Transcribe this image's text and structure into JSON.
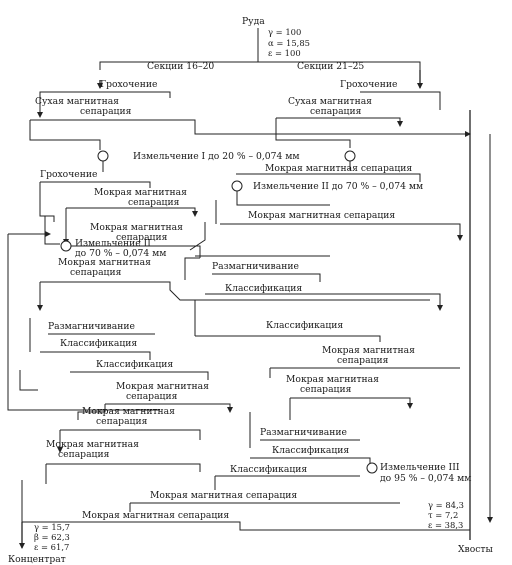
{
  "header": {
    "ore": "Руда",
    "params": [
      "γ = 100",
      "α = 15,85",
      "ε = 100"
    ]
  },
  "sections": {
    "left": "Секции 16–20",
    "right": "Секции 21–25"
  },
  "blocks": {
    "screening_l": "Грохочение",
    "screening_r": "Грохочение",
    "dry_l": [
      "Сухая магнитная",
      "сепарация"
    ],
    "dry_r": [
      "Сухая магнитная",
      "сепарация"
    ],
    "grind1": "Измельчение I до 20 % – 0,074 мм",
    "screening_2": "Грохочение",
    "wms_a": [
      "Мокрая магнитная",
      "сепарация"
    ],
    "wms_b": [
      "Мокрая магнитная",
      "сепарация"
    ],
    "wms_top": "Мокрая магнитная сепарация",
    "grind2_r": "Измельчение II до 70 % – 0,074 мм",
    "wms_r2": "Мокрая магнитная сепарация",
    "grind2_l": [
      "Измельчение II",
      "до 70 % – 0,074 мм"
    ],
    "demag_r": "Размагничивание",
    "class_r": "Классификация",
    "wms_c": [
      "Мокрая магнитная",
      "сепарация"
    ],
    "demag_l": "Размагничивание",
    "class_l1": "Классификация",
    "class_mid": "Классификация",
    "class_l2": "Классификация",
    "wms_d": [
      "Мокрая магнитная",
      "сепарация"
    ],
    "wms_e": [
      "Мокрая магнитная",
      "сепарация"
    ],
    "wms_f": [
      "Мокрая магнитная",
      "сепарация"
    ],
    "wms_g": [
      "Мокрая магнитная",
      "сепарация"
    ],
    "wms_h": [
      "Мокрая магнитная",
      "сепарация"
    ],
    "demag_b": "Размагничивание",
    "class_b1": "Классификация",
    "class_b2": "Классификация",
    "grind3": [
      "Измельчение III",
      "до 95 % – 0,074 мм"
    ],
    "wms_final1": "Мокрая магнитная сепарация",
    "wms_final2": "Мокрая магнитная сепарация"
  },
  "outputs": {
    "concentrate": {
      "params": [
        "γ = 15,7",
        "β = 62,3",
        "ε = 61,7"
      ],
      "label": "Концентрат"
    },
    "tails": {
      "params": [
        "γ = 84,3",
        "τ = 7,2",
        "ε = 38,3"
      ],
      "label": "Хвосты"
    }
  }
}
